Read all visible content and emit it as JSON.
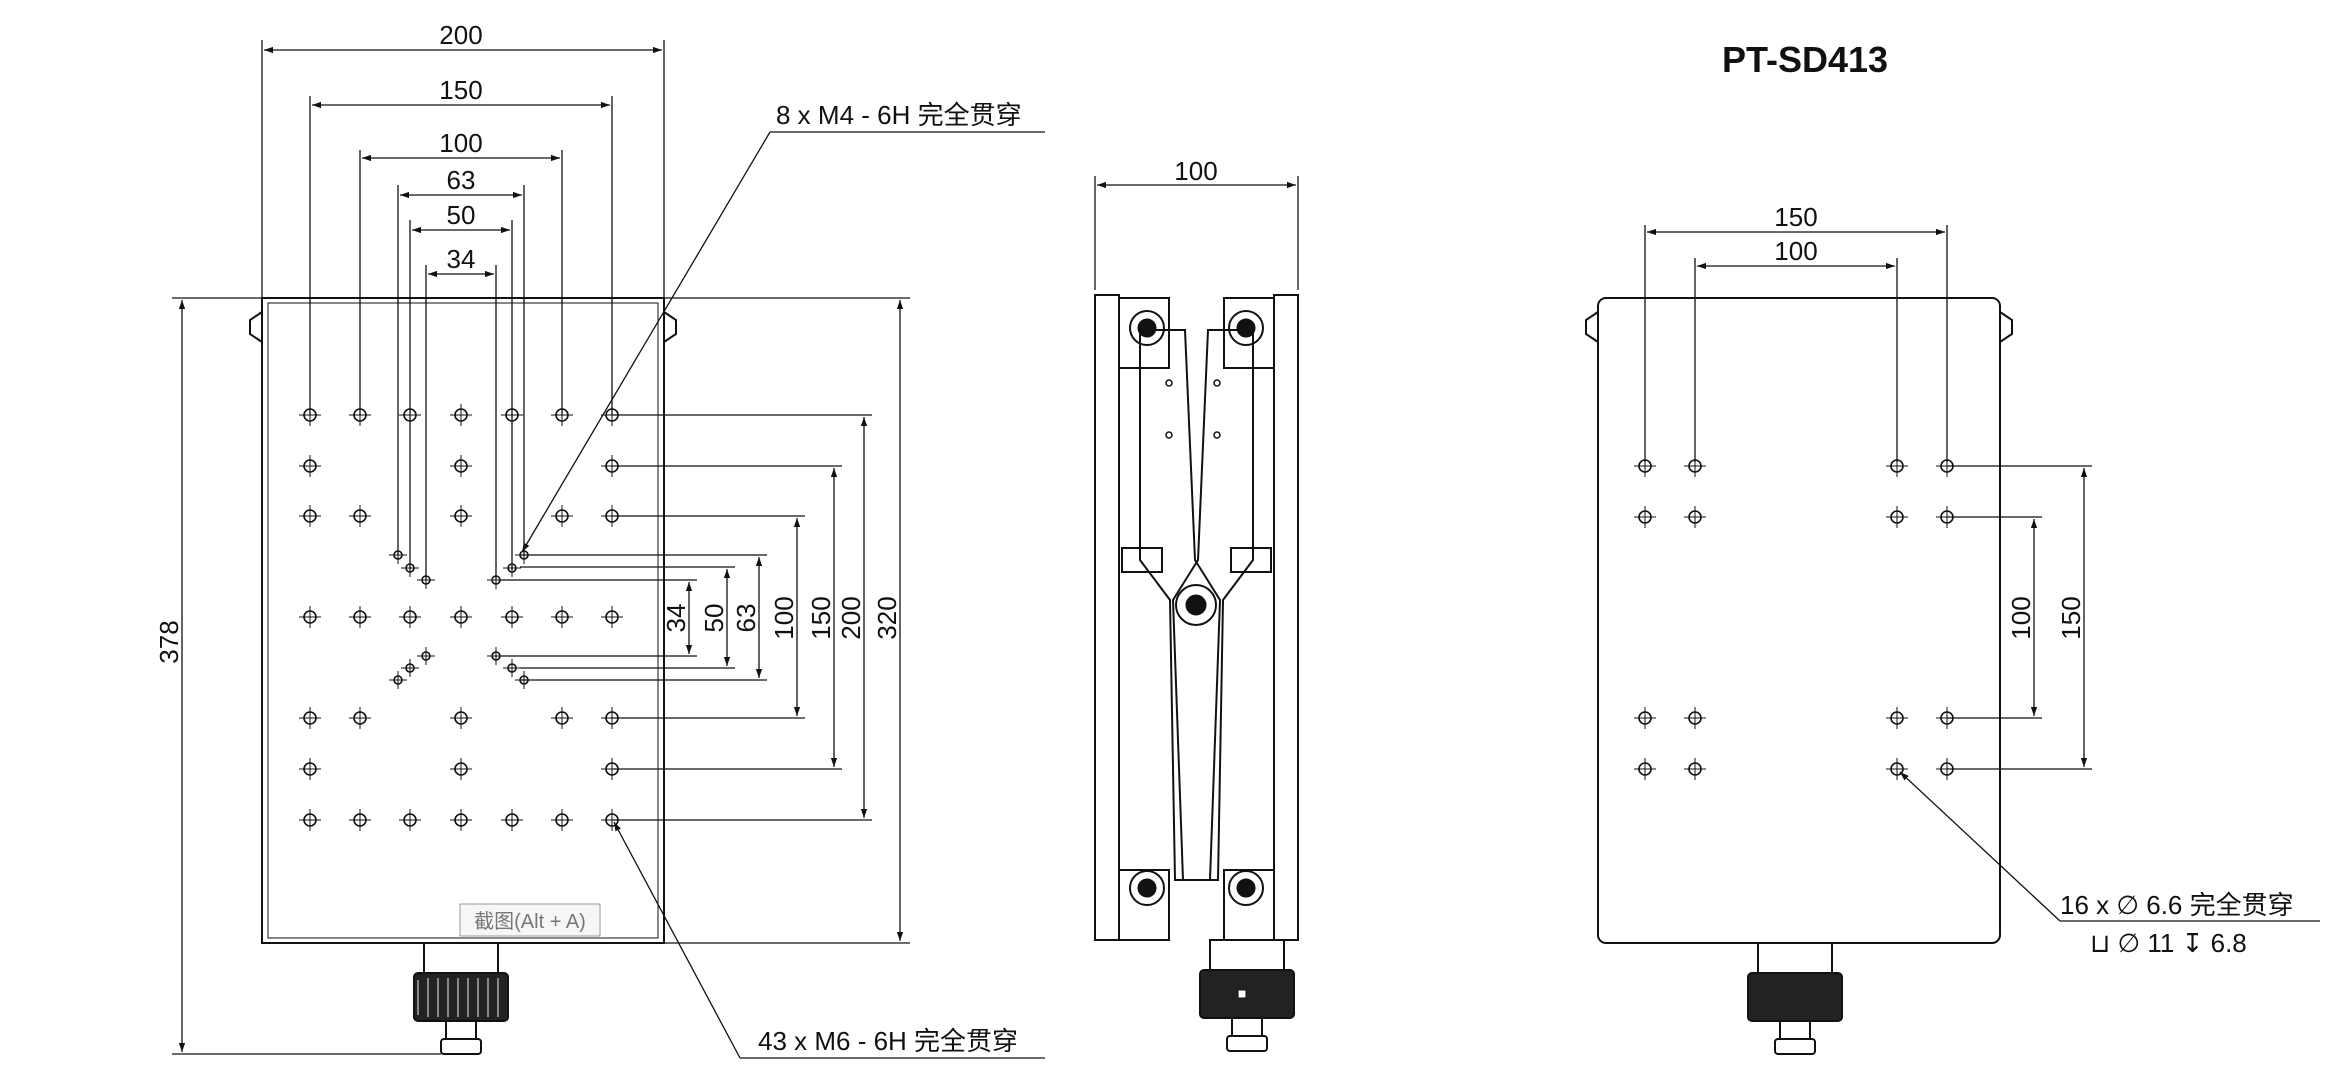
{
  "title": "PT-SD413",
  "watermark": "截图(Alt + A)",
  "top_view": {
    "horizontal_dims": [
      "200",
      "150",
      "100",
      "63",
      "50",
      "34"
    ],
    "vertical_dims": [
      "34",
      "50",
      "63",
      "100",
      "150",
      "200",
      "320"
    ],
    "height_dim": "378",
    "note_m4": "8 x  M4 - 6H 完全贯穿",
    "note_m6": "43 x  M6 - 6H 完全贯穿"
  },
  "side_view": {
    "width_dim": "100"
  },
  "bottom_view": {
    "horizontal_dims": [
      "150",
      "100"
    ],
    "vertical_dims": [
      "100",
      "150"
    ],
    "note_line1": "16 x ∅ 6.6 完全贯穿",
    "note_line2": "⊔ ∅ 11 ↧ 6.8"
  }
}
